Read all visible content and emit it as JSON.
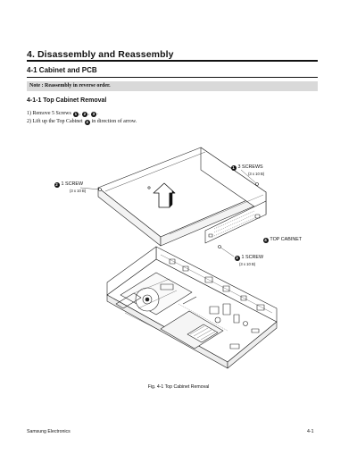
{
  "section_title": "4. Disassembly and Reassembly",
  "subsection_title": "4-1  Cabinet and PCB",
  "note": "Note : Reassembly in reverse order.",
  "procedure_title": "4-1-1  Top Cabinet Removal",
  "steps": {
    "step1_prefix": "1) Remove 5 Screws",
    "step1_n1": "1",
    "step1_n2": "2",
    "step1_n3": "3",
    "step2_prefix": "2) Lift up the Top Cabinet",
    "step2_n": "4",
    "step2_suffix": "in direction of arrow."
  },
  "callouts": {
    "c1": {
      "num": "1",
      "label": "3 SCREWS",
      "spec": "(3 x 10 B)"
    },
    "c2": {
      "num": "2",
      "label": "1 SCREW",
      "spec": "(3 x 10 B)"
    },
    "c4": {
      "num": "4",
      "label": "TOP CABINET"
    },
    "c3": {
      "num": "3",
      "label": "1 SCREW",
      "spec": "(3 x 10 B)"
    }
  },
  "figure_caption": "Fig. 4-1 Top Cabinet Removal",
  "footer": {
    "left": "Samsung Electronics",
    "right": "4-1"
  }
}
